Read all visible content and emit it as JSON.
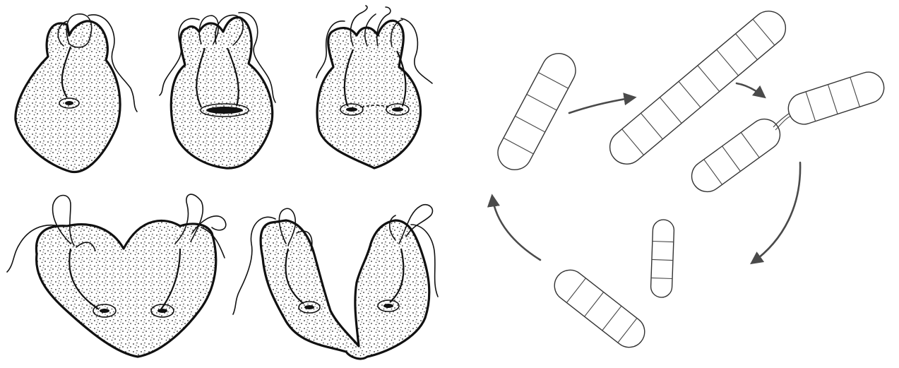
{
  "panels": {
    "left": {
      "stages": 5
    },
    "right": {
      "stages": 5,
      "arrows": 4
    }
  },
  "colors": {
    "ink": "#111111",
    "cycle_arrow": "#4a4a4a",
    "background": "#ffffff"
  }
}
